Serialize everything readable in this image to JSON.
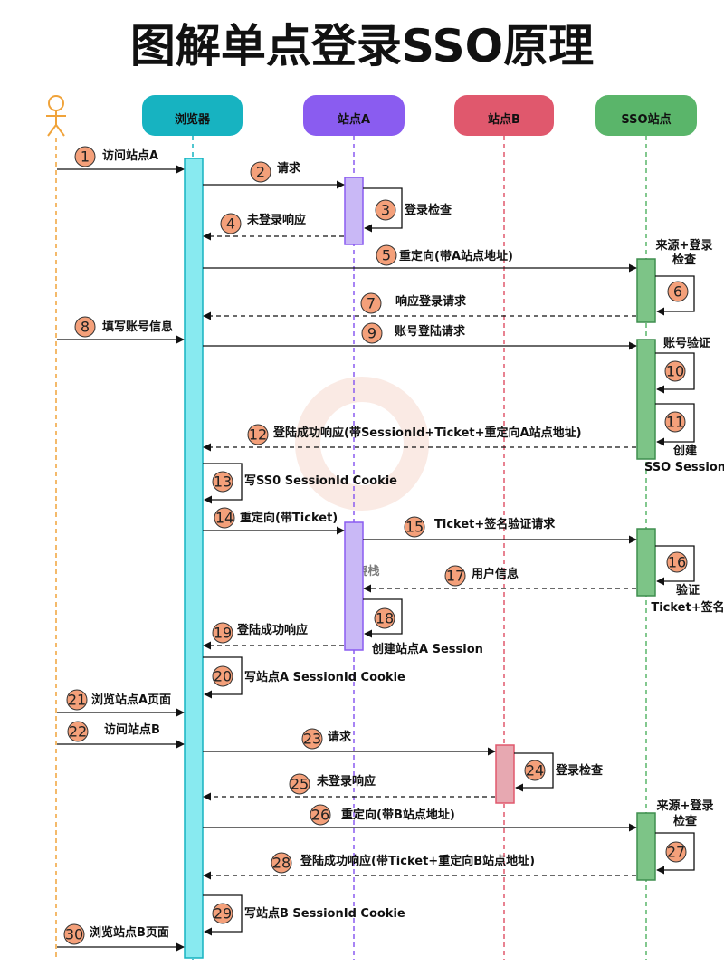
{
  "title": "图解单点登录SSO原理",
  "watermark": "知晓栈",
  "colors": {
    "browser": "#17b3c1",
    "site_a": "#8a5cf0",
    "site_b": "#e0586d",
    "sso": "#5ab56a",
    "badge": "#f4a07a",
    "user": "#f0a33a"
  },
  "participants": [
    {
      "id": "user",
      "label": "",
      "icon": "stick-figure-icon"
    },
    {
      "id": "browser",
      "label": "浏览器"
    },
    {
      "id": "site_a",
      "label": "站点A"
    },
    {
      "id": "site_b",
      "label": "站点B"
    },
    {
      "id": "sso",
      "label": "SSO站点"
    }
  ],
  "steps": [
    {
      "n": "1",
      "label": "访问站点A"
    },
    {
      "n": "2",
      "label": "请求"
    },
    {
      "n": "3",
      "label": "登录检查"
    },
    {
      "n": "4",
      "label": "未登录响应"
    },
    {
      "n": "5",
      "label": "重定向(带A站点地址)"
    },
    {
      "n": "6",
      "label": "来源+登录检查"
    },
    {
      "n": "7",
      "label": "响应登录请求"
    },
    {
      "n": "8",
      "label": "填写账号信息"
    },
    {
      "n": "9",
      "label": "账号登陆请求"
    },
    {
      "n": "10",
      "label": "账号验证"
    },
    {
      "n": "11",
      "label": "创建SSO Session"
    },
    {
      "n": "12",
      "label": "登陆成功响应(带SessionId+Ticket+重定向A站点地址)"
    },
    {
      "n": "13",
      "label": "写SS0 SessionId Cookie"
    },
    {
      "n": "14",
      "label": "重定向(带Ticket)"
    },
    {
      "n": "15",
      "label": "Ticket+签名验证请求"
    },
    {
      "n": "16",
      "label": "验证Ticket+签名"
    },
    {
      "n": "17",
      "label": "用户信息"
    },
    {
      "n": "18",
      "label": "创建站点A Session"
    },
    {
      "n": "19",
      "label": "登陆成功响应"
    },
    {
      "n": "20",
      "label": "写站点A SessionId Cookie"
    },
    {
      "n": "21",
      "label": "浏览站点A页面"
    },
    {
      "n": "22",
      "label": "访问站点B"
    },
    {
      "n": "23",
      "label": "请求"
    },
    {
      "n": "24",
      "label": "登录检查"
    },
    {
      "n": "25",
      "label": "未登录响应"
    },
    {
      "n": "26",
      "label": "重定向(带B站点地址)"
    },
    {
      "n": "27",
      "label": "来源+登录检查"
    },
    {
      "n": "28",
      "label": "登陆成功响应(带Ticket+重定向B站点地址)"
    },
    {
      "n": "29",
      "label": "写站点B SessionId Cookie"
    },
    {
      "n": "30",
      "label": "浏览站点B页面"
    }
  ]
}
